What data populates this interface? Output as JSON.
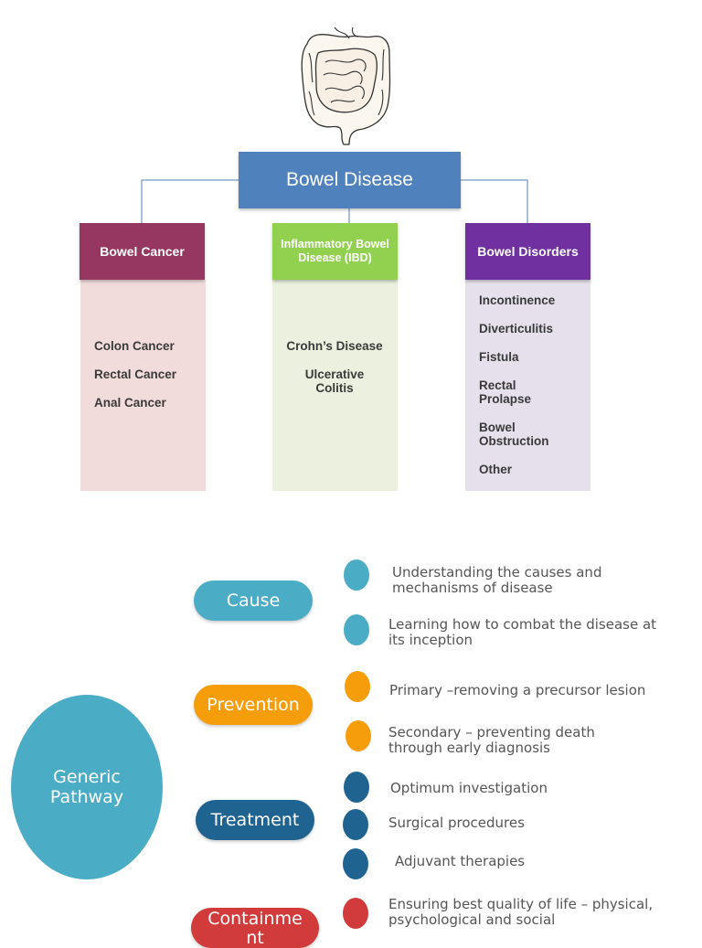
{
  "tree": {
    "root_label": "Bowel Disease",
    "categories": [
      {
        "title": "Bowel Cancer",
        "header_color": "#953761",
        "body_color": "#f2dcdb",
        "items": [
          "Colon Cancer",
          "Rectal Cancer",
          "Anal Cancer"
        ]
      },
      {
        "title": "Inflammatory Bowel Disease (IBD)",
        "header_color": "#92d050",
        "body_color": "#ebf1de",
        "items": [
          "Crohn’s Disease",
          "Ulcerative Colitis"
        ]
      },
      {
        "title": "Bowel Disorders",
        "header_color": "#7030a0",
        "body_color": "#e5e0ec",
        "items": [
          "Incontinence",
          "Diverticulitis",
          "Fistula",
          "Rectal Prolapse",
          "Bowel Obstruction",
          "Other"
        ]
      }
    ]
  },
  "pathway": {
    "hub_label": "Generic Pathway",
    "hub_color": "#4bacc6",
    "stages": [
      {
        "label": "Cause",
        "color": "#4bacc6"
      },
      {
        "label": "Prevention",
        "color": "#f59d0a"
      },
      {
        "label": "Treatment",
        "color": "#1f6391"
      },
      {
        "label": "Containment",
        "color": "#d13b3b"
      }
    ],
    "bullet_glyph": "",
    "points": [
      {
        "stage": "Cause",
        "text": "Understanding the causes and mechanisms of disease"
      },
      {
        "stage": "Cause",
        "text": "Learning how to combat the disease at its inception"
      },
      {
        "stage": "Prevention",
        "text": "Primary –removing a precursor lesion"
      },
      {
        "stage": "Prevention",
        "text": "Secondary – preventing death through early diagnosis"
      },
      {
        "stage": "Treatment",
        "text": "Optimum investigation"
      },
      {
        "stage": "Treatment",
        "text": "Surgical procedures"
      },
      {
        "stage": "Treatment",
        "text": "Adjuvant therapies"
      },
      {
        "stage": "Containment",
        "text": "Ensuring best quality of life – physical, psychological and social"
      }
    ]
  },
  "icons": {
    "illustration": "intestines-icon"
  }
}
